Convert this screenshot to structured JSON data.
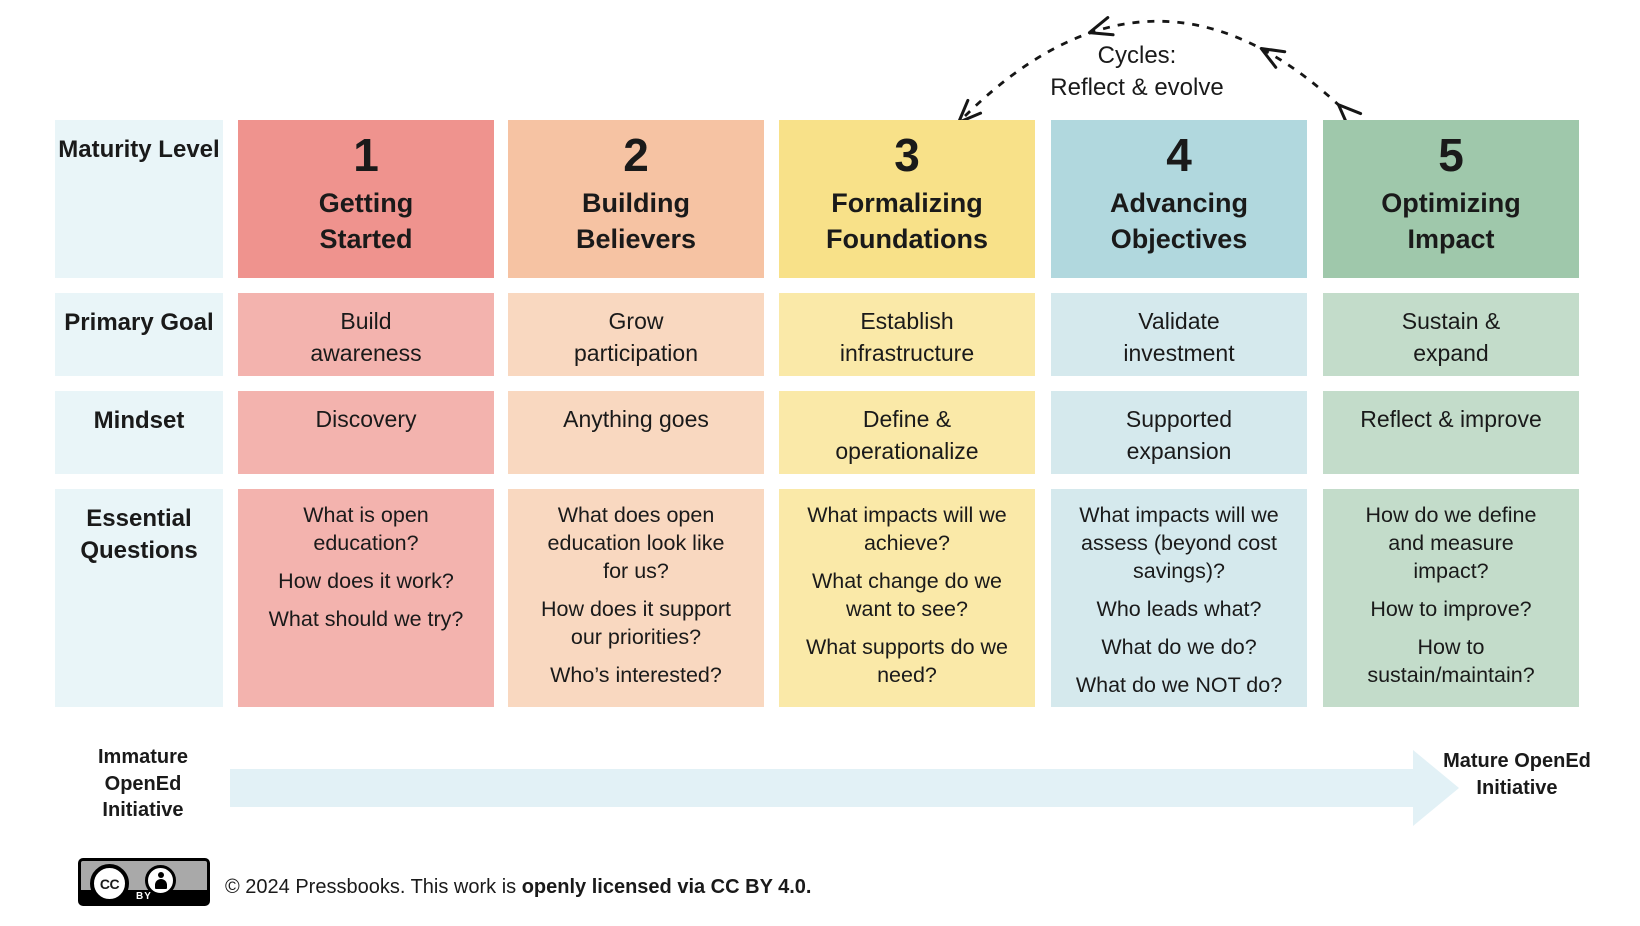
{
  "cycle_note": {
    "line1": "Cycles:",
    "line2": "Reflect & evolve"
  },
  "row_labels": {
    "maturity_level": "Maturity Level",
    "primary_goal": "Primary Goal",
    "mindset": "Mindset",
    "essential_questions": "Essential Questions"
  },
  "row_label_bg": "#e9f5f8",
  "columns": [
    {
      "number": "1",
      "title": "Getting\nStarted",
      "goal": "Build\nawareness",
      "mindset": "Discovery",
      "questions": [
        "What is open education?",
        "How does it work?",
        "What should we try?"
      ],
      "colors": {
        "header": "#ef938e",
        "body": "#f3b3ae"
      }
    },
    {
      "number": "2",
      "title": "Building\nBelievers",
      "goal": "Grow\nparticipation",
      "mindset": "Anything goes",
      "questions": [
        "What does open education look like for us?",
        "How does it support our priorities?",
        "Who’s interested?"
      ],
      "colors": {
        "header": "#f6c3a3",
        "body": "#f9d8c0"
      }
    },
    {
      "number": "3",
      "title": "Formalizing\nFoundations",
      "goal": "Establish\ninfrastructure",
      "mindset": "Define &\noperationalize",
      "questions": [
        "What impacts will we achieve?",
        "What change do we want to see?",
        "What supports do we need?"
      ],
      "colors": {
        "header": "#f8e189",
        "body": "#fae9a8"
      }
    },
    {
      "number": "4",
      "title": "Advancing\nObjectives",
      "goal": "Validate\ninvestment",
      "mindset": "Supported\nexpansion",
      "questions": [
        "What impacts will we assess (beyond cost savings)?",
        "Who leads what?",
        "What do we do?",
        "What do we NOT do?"
      ],
      "colors": {
        "header": "#b1d8de",
        "body": "#d5e9ed"
      }
    },
    {
      "number": "5",
      "title": "Optimizing\nImpact",
      "goal": "Sustain &\nexpand",
      "mindset": "Reflect & improve",
      "questions": [
        "How do we define and measure impact?",
        "How to improve?",
        "How to sustain/maintain?"
      ],
      "colors": {
        "header": "#9fc8ab",
        "body": "#c3dcca"
      }
    }
  ],
  "progress_arrow": {
    "left_label": "Immature OpenEd Initiative",
    "right_label": "Mature OpenEd Initiative",
    "color": "#e2f1f6"
  },
  "footer": {
    "badge_cc": "CC",
    "badge_by": "BY",
    "text_prefix": "© 2024 Pressbooks. This work is ",
    "text_bold": "openly licensed via CC BY 4.0",
    "text_suffix": "."
  }
}
